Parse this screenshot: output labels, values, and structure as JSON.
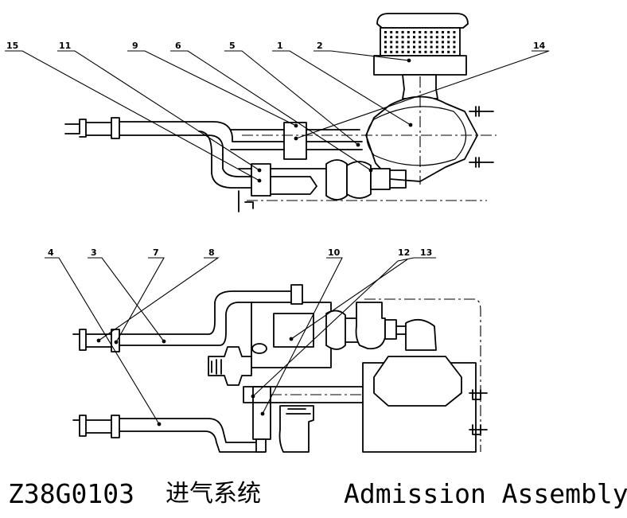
{
  "title": {
    "code": "Z38G0103",
    "name_cn": "进气系统",
    "name_en": "Admission Assembly"
  },
  "callouts": [
    {
      "id": "c15",
      "label": "15"
    },
    {
      "id": "c11",
      "label": "11"
    },
    {
      "id": "c9",
      "label": "9"
    },
    {
      "id": "c6",
      "label": "6"
    },
    {
      "id": "c5",
      "label": "5"
    },
    {
      "id": "c1",
      "label": "1"
    },
    {
      "id": "c2",
      "label": "2"
    },
    {
      "id": "c14",
      "label": "14"
    },
    {
      "id": "c4",
      "label": "4"
    },
    {
      "id": "c3",
      "label": "3"
    },
    {
      "id": "c7",
      "label": "7"
    },
    {
      "id": "c8",
      "label": "8"
    },
    {
      "id": "c10",
      "label": "10"
    },
    {
      "id": "c12",
      "label": "12"
    },
    {
      "id": "c13",
      "label": "13"
    }
  ]
}
